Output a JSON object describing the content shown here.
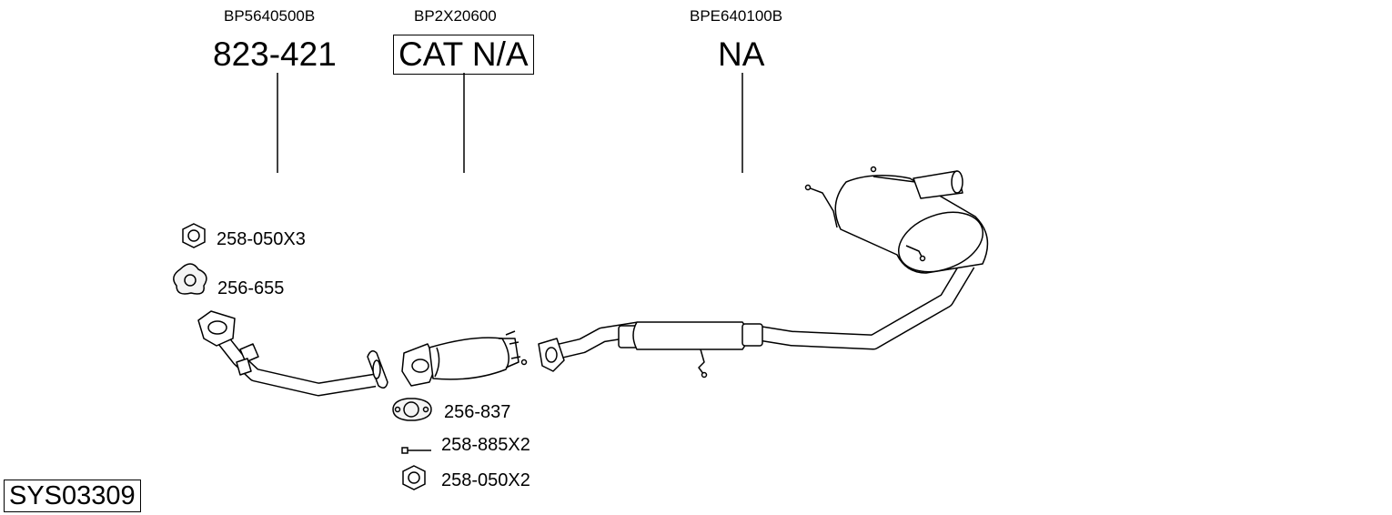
{
  "title": "",
  "parts": [
    {
      "ref": "BP5640500B",
      "number": "823-421",
      "boxed": false
    },
    {
      "ref": "BP2X20600",
      "number": "CAT N/A",
      "boxed": true
    },
    {
      "ref": "BPE640100B",
      "number": "NA",
      "boxed": false
    }
  ],
  "accessories": [
    {
      "label": "258-050X3",
      "icon": "hex-nut-icon"
    },
    {
      "label": "256-655",
      "icon": "three-bolt-gasket-icon"
    },
    {
      "label": "256-837",
      "icon": "two-bolt-gasket-icon"
    },
    {
      "label": "258-885X2",
      "icon": "bolt-icon"
    },
    {
      "label": "258-050X2",
      "icon": "hex-nut-icon"
    }
  ],
  "system_code": "SYS03309",
  "colors": {
    "line": "#000000",
    "fill_light": "#ffffff",
    "fill_grey": "#eeeeee"
  }
}
